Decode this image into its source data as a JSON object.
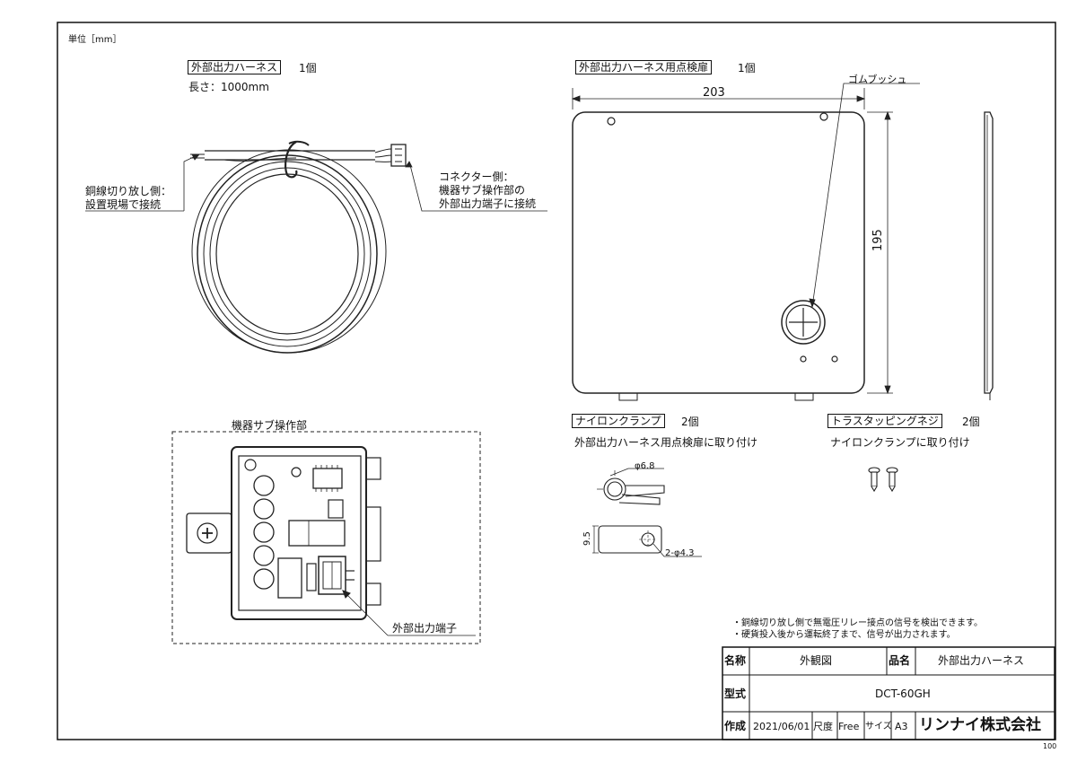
{
  "unit_label": "単位［mm］",
  "harness": {
    "title": "外部出力ハーネス",
    "qty": "1個",
    "length": "長さ：1000mm",
    "left_note_1": "銅線切り放し側：",
    "left_note_2": "設置現場で接続",
    "right_note_1": "コネクター側：",
    "right_note_2": "機器サブ操作部の",
    "right_note_3": "外部出力端子に接続"
  },
  "door": {
    "title": "外部出力ハーネス用点検扉",
    "qty": "1個",
    "width_dim": "203",
    "height_dim": "195",
    "grommet_label": "ゴムブッシュ"
  },
  "clamp": {
    "title": "ナイロンクランプ",
    "qty": "2個",
    "note": "外部出力ハーネス用点検扉に取り付け",
    "dim_phi": "φ6.8",
    "dim_height": "9.5",
    "dim_holes": "2-φ4.3"
  },
  "screw": {
    "title": "トラスタッピングネジ",
    "qty": "2個",
    "note": "ナイロンクランプに取り付け"
  },
  "sub_panel": {
    "title": "機器サブ操作部",
    "terminal_label": "外部出力端子"
  },
  "notes": {
    "line1": "・銅線切り放し側で無電圧リレー接点の信号を検出できます。",
    "line2": "・硬貨投入後から運転終了まで、信号が出力されます。"
  },
  "title_block": {
    "name_label": "名称",
    "name_value": "外観図",
    "product_label": "品名",
    "product_value": "外部出力ハーネス",
    "model_label": "型式",
    "model_value": "DCT-60GH",
    "made_label": "作成",
    "made_value": "2021/06/01",
    "scale_label": "尺度",
    "scale_value": "Free",
    "size_label": "サイズ",
    "size_value": "A3",
    "company": "リンナイ株式会社"
  },
  "corner_mark": "100"
}
